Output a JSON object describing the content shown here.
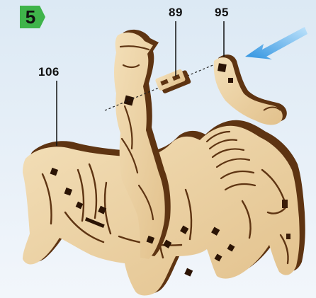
{
  "step": {
    "number": "5",
    "color": "#3fb44a"
  },
  "parts": {
    "horse_part": "106",
    "peg_part": "89",
    "arm_part": "95"
  },
  "colors": {
    "wood_face": "#ecd3a6",
    "wood_edge": "#5e3412",
    "arrow": "#3a9fe4",
    "background": "#e3edf6"
  },
  "icons": {
    "assembly_arrow": "arrow-icon"
  }
}
